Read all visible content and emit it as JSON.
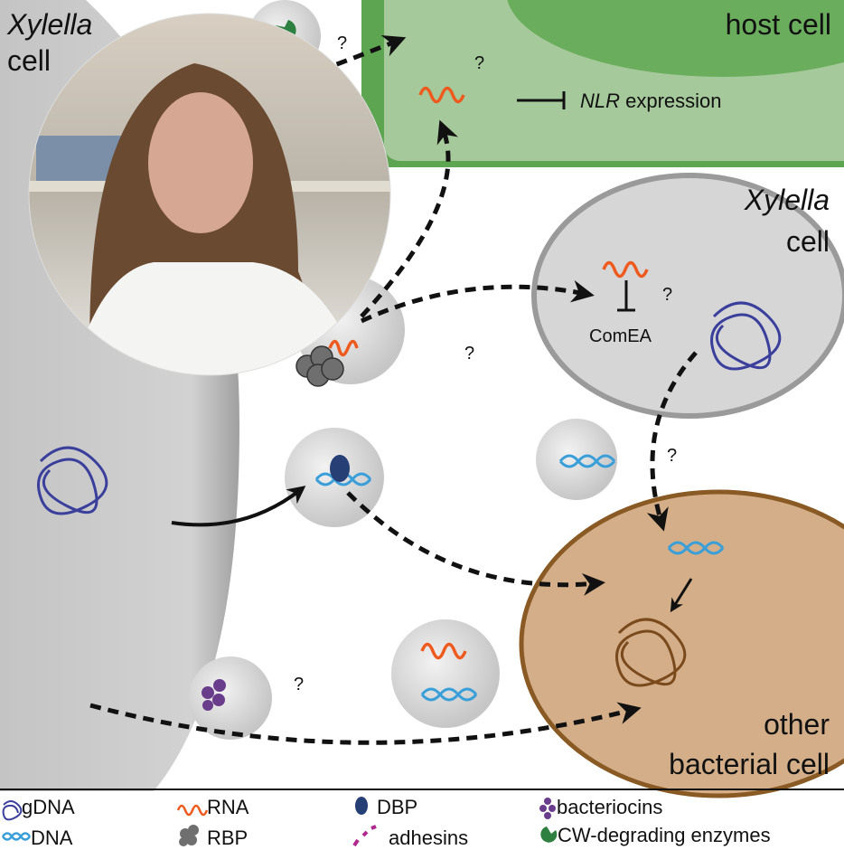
{
  "labels": {
    "xylella_left_species": "Xylella",
    "xylella_left_cell": "cell",
    "host_cell": "host cell",
    "nlr_gene": "NLR",
    "nlr_rest": " expression",
    "xylella_right_species": "Xylella",
    "xylella_right_cell": "cell",
    "comea": "ComEA",
    "other_line1": "other",
    "other_line2": "bacterial cell",
    "question": "?"
  },
  "legend": {
    "gdna": "gDNA",
    "dna": "DNA",
    "rna": "RNA",
    "rbp": "RBP",
    "dbp": "DBP",
    "adhesins": "adhesins",
    "bacteriocins": "bacteriocins",
    "cw_enzymes": "CW-degrading enzymes"
  },
  "colors": {
    "xylella_cell": "#c8c8c8",
    "host_cell_border": "#5ea552",
    "host_cell_fill": "#a5c99a",
    "other_cell_fill": "#d3ae88",
    "other_cell_border": "#8a5a24",
    "rna": "#ee5a1e",
    "dna": "#3a9fd8",
    "gdna": "#3a3f9c",
    "dbp": "#263f75",
    "bacteriocins": "#6a3d8c",
    "adhesins": "#b0278f",
    "cw_enzymes": "#2e8040"
  }
}
